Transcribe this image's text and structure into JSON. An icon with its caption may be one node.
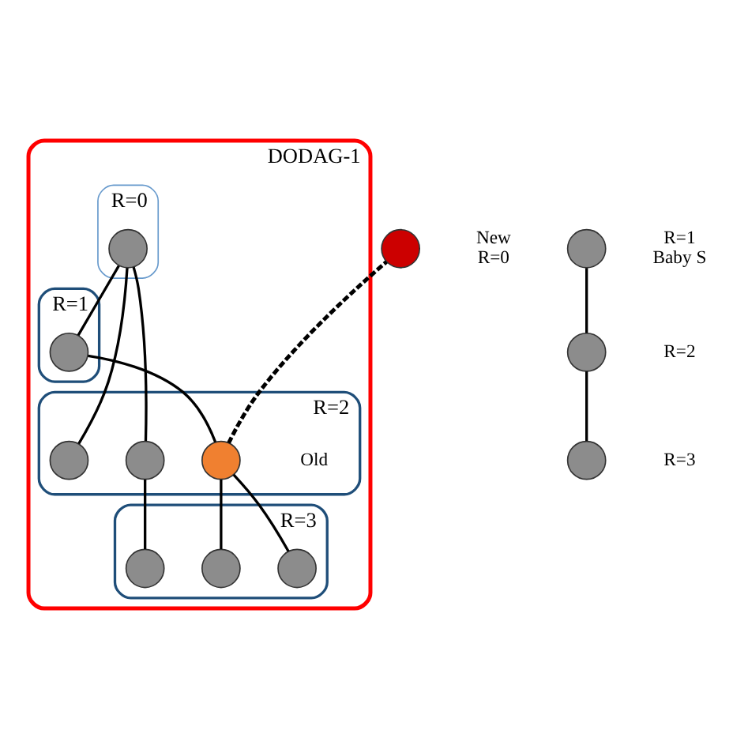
{
  "diagram": {
    "nodes": [
      {
        "text": [
          "DODAG-1"
        ]
      },
      {
        "text": [
          "R=0"
        ],
        "in": 0
      },
      {
        "text": [],
        "shape": "circle",
        "in": 1
      },
      {
        "text": [
          "R=1"
        ],
        "in": 0
      },
      {
        "text": [],
        "shape": "circle",
        "in": 3
      },
      {
        "text": [
          "R=2"
        ],
        "in": 0
      },
      {
        "text": [],
        "shape": "circle",
        "in": 5
      },
      {
        "text": [],
        "shape": "circle",
        "in": 5
      },
      {
        "text": [],
        "shape": "circle",
        "in": 5,
        "beside": [
          "Old"
        ]
      },
      {
        "text": [
          "R=3"
        ],
        "in": 0
      },
      {
        "text": [],
        "shape": "circle",
        "in": 9
      },
      {
        "text": [],
        "shape": "circle",
        "in": 9
      },
      {
        "text": [],
        "shape": "circle",
        "in": 9
      },
      {
        "text": [],
        "shape": "circle",
        "beside": [
          "New",
          "R=0"
        ]
      },
      {
        "text": [],
        "shape": "circle",
        "beside": [
          "R=1",
          "Baby S"
        ]
      },
      {
        "text": [],
        "shape": "circle",
        "beside": [
          "R=2"
        ]
      },
      {
        "text": [],
        "shape": "circle",
        "beside": [
          "R=3"
        ]
      }
    ],
    "edges": [
      {
        "from": 2,
        "to": 4,
        "arrow": "none"
      },
      {
        "from": 2,
        "to": 6,
        "arrow": "none"
      },
      {
        "from": 2,
        "to": 7,
        "arrow": "none"
      },
      {
        "from": 4,
        "to": 8,
        "arrow": "none"
      },
      {
        "from": 7,
        "to": 10,
        "arrow": "none"
      },
      {
        "from": 8,
        "to": 11,
        "arrow": "none"
      },
      {
        "from": 8,
        "to": 12,
        "arrow": "none"
      },
      {
        "from": 8,
        "to": 13,
        "arrow": "none",
        "style": "dashed"
      },
      {
        "from": 14,
        "to": 15,
        "arrow": "none"
      },
      {
        "from": 15,
        "to": 16,
        "arrow": "none"
      }
    ]
  }
}
